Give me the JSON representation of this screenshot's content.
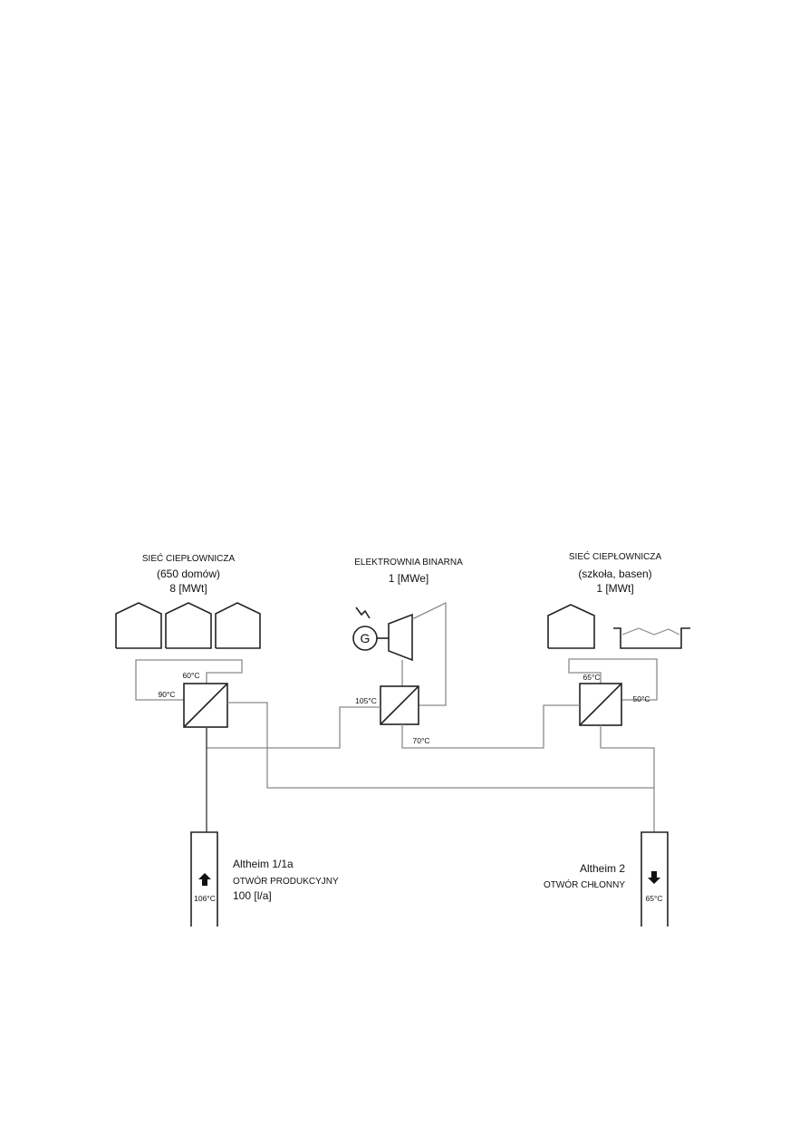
{
  "network_left": {
    "title": "SIEĆ CIEPŁOWNICZA",
    "subtitle": "(650 domów)",
    "power": "8 [MWt]",
    "temp_top": "60°C",
    "temp_left": "90°C"
  },
  "plant": {
    "title": "ELEKTROWNIA BINARNA",
    "power": "1 [MWe]",
    "generator_symbol": "G",
    "temp_in": "105°C",
    "temp_out": "70°C"
  },
  "network_right": {
    "title": "SIEĆ CIEPŁOWNICZA",
    "subtitle": "(szkoła, basen)",
    "power": "1 [MWt]",
    "temp_top": "65°C",
    "temp_right": "50°C"
  },
  "well_production": {
    "name": "Altheim 1/1a",
    "type": "OTWÓR PRODUKCYJNY",
    "flow": "100 [l/a]",
    "temp": "106°C",
    "arrow": "arrow-up-icon"
  },
  "well_injection": {
    "name": "Altheim 2",
    "type": "OTWÓR CHŁONNY",
    "temp": "65°C",
    "arrow": "arrow-down-icon"
  }
}
